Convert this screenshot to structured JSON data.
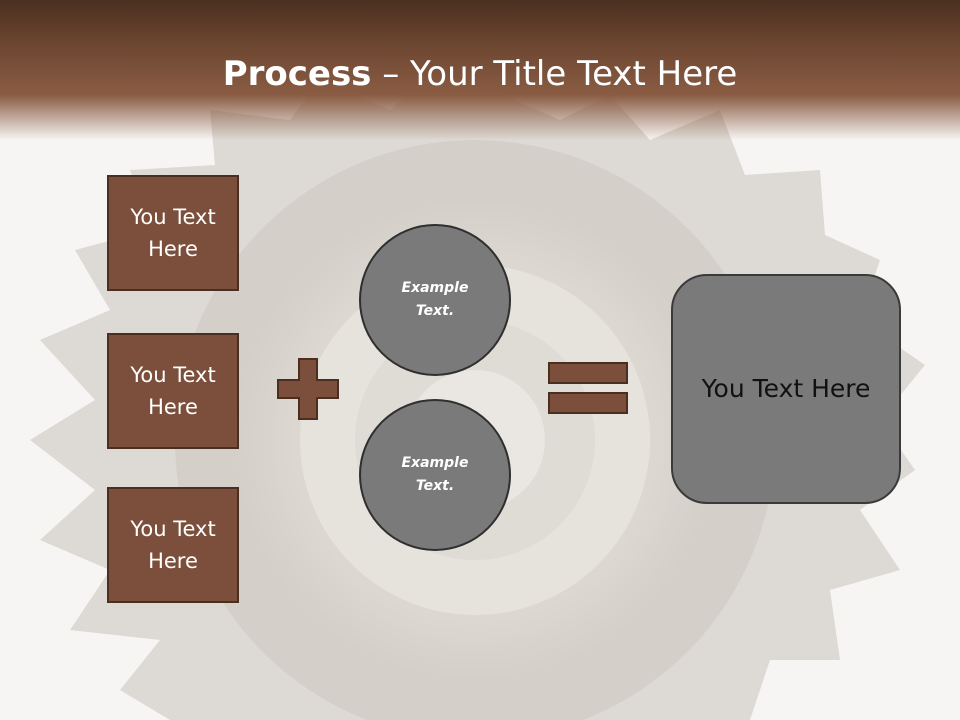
{
  "title": {
    "bold": "Process",
    "rest": " – Your Title Text Here"
  },
  "left_boxes": [
    {
      "label": "You Text Here"
    },
    {
      "label": "You Text Here"
    },
    {
      "label": "You Text Here"
    }
  ],
  "circles": [
    {
      "label": "Example Text."
    },
    {
      "label": "Example Text."
    }
  ],
  "result_box": {
    "label": "You Text Here"
  },
  "colors": {
    "brown_accent": "#7b4f3b",
    "brown_dark": "#4a2e20",
    "gray_shape": "#7a7a7a",
    "background": "#f7f5f3"
  }
}
